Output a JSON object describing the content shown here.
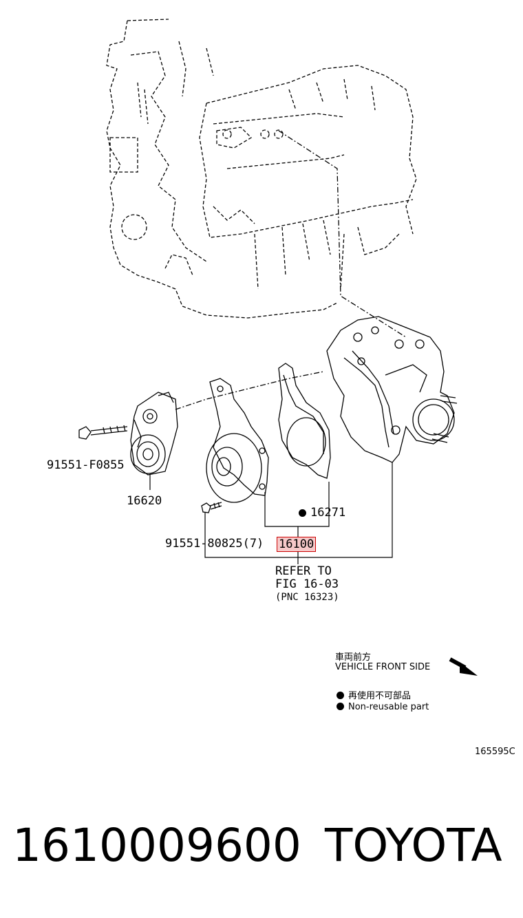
{
  "parts": {
    "bolt_tensioner": "91551-F0855",
    "tensioner": "16620",
    "gasket": "16271",
    "bolt_pump": "91551-80825(7)",
    "water_pump": "16100"
  },
  "refer": {
    "line1": "REFER TO",
    "line2": "FIG 16-03",
    "line3": "(PNC 16323)"
  },
  "legend": {
    "front_jp": "車両前方",
    "front_en": "VEHICLE FRONT SIDE",
    "nonreuse_jp": "再使用不可部品",
    "nonreuse_en": "Non-reusable part"
  },
  "figure_code": "165595C",
  "footer": {
    "part_number": "1610009600",
    "brand": "TOYOTA"
  }
}
